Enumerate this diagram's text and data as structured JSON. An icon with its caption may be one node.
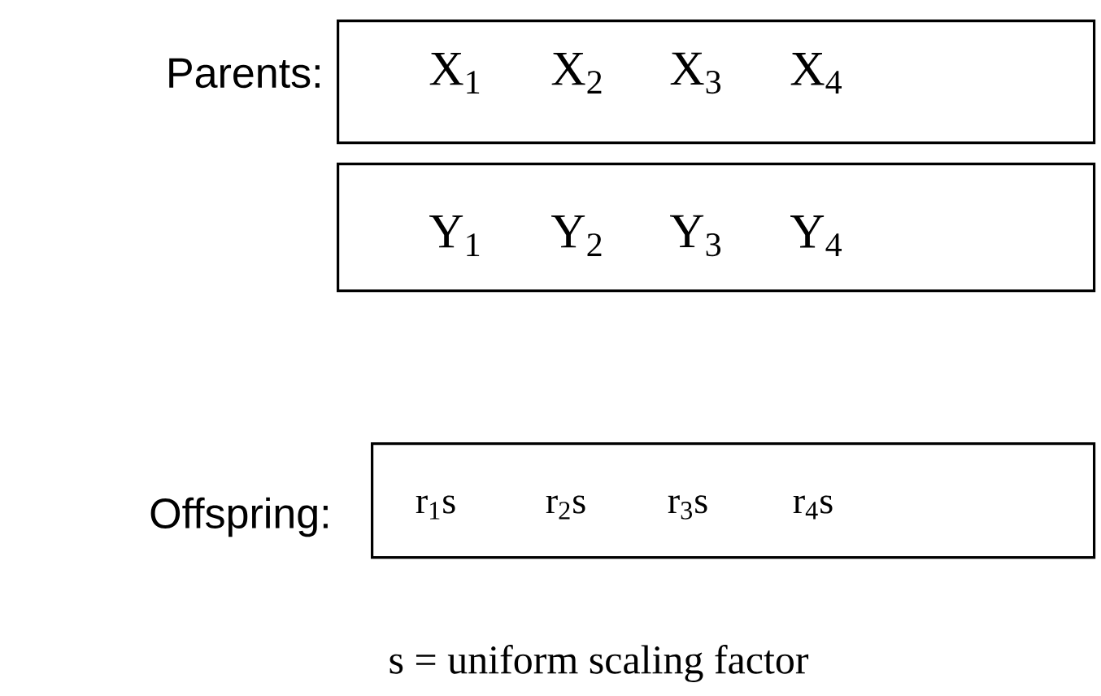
{
  "diagram": {
    "nodes": [
      {
        "text": [
          "X$_{1}$",
          "X$_{2}$",
          "X$_{3}$",
          "X$_{4}$"
        ]
      },
      {
        "text": [
          "Y$_{1}$",
          "Y$_{2}$",
          "Y$_{3}$",
          "Y$_{4}$"
        ]
      },
      {
        "text": [
          "r$_{1}$s",
          "r$_{2}$s",
          "r$_{3}$s",
          "r$_{4}$s"
        ]
      }
    ],
    "labels": [
      "Parents:",
      "Offspring:",
      "s = uniform scaling factor"
    ]
  }
}
